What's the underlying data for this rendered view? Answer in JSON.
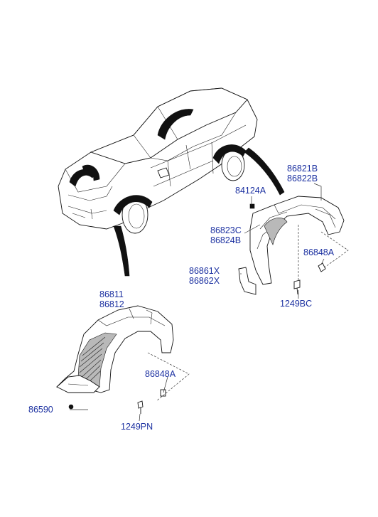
{
  "labels": {
    "p86821b": "86821B",
    "p86822b": "86822B",
    "p84124a": "84124A",
    "p86823c": "86823C",
    "p86824b": "86824B",
    "p86861x": "86861X",
    "p86862x": "86862X",
    "p86848a_rear": "86848A",
    "p1249bc": "1249BC",
    "p86811": "86811",
    "p86812": "86812",
    "p86848a_front": "86848A",
    "p86590": "86590",
    "p1249pn": "1249PN"
  },
  "colors": {
    "label": "#1a2fa0",
    "line": "#111111",
    "background": "#ffffff"
  }
}
